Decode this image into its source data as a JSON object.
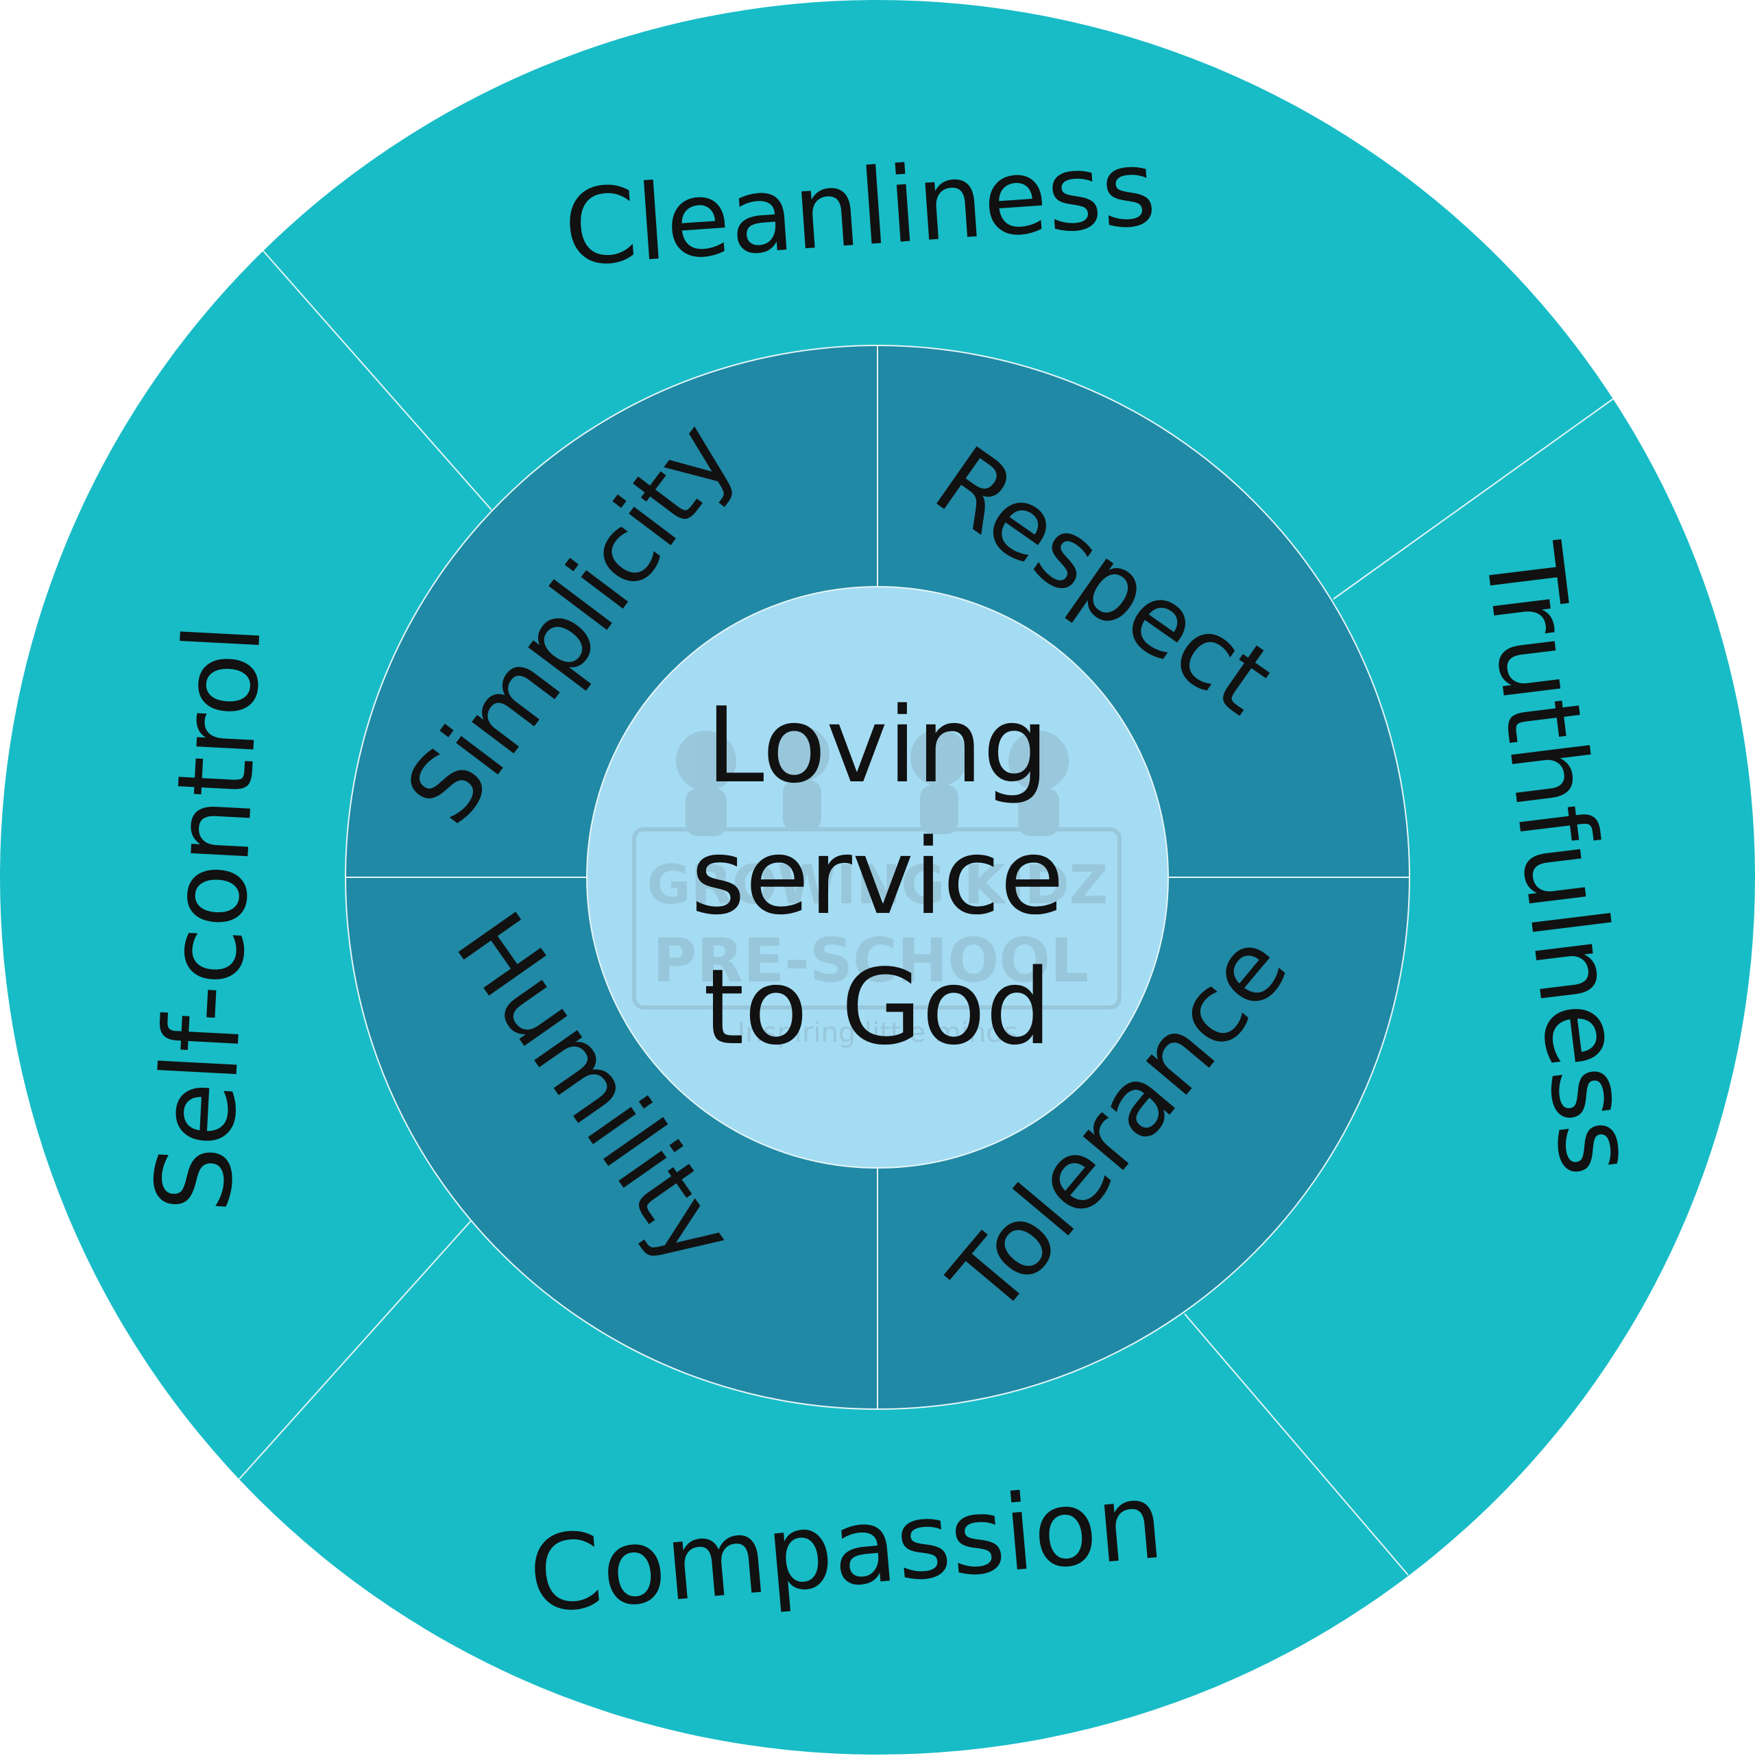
{
  "colors": {
    "outer_ring": "#18bcc6",
    "inner_ring": "#2089a5",
    "center": "#a4dcf3",
    "divider": "#e6f6f8",
    "text": "#111111",
    "watermark": "#8fb7c8"
  },
  "center": {
    "lines": [
      "Loving",
      "service",
      "to God"
    ]
  },
  "inner_ring": {
    "segments": [
      {
        "label": "Simplicity"
      },
      {
        "label": "Respect"
      },
      {
        "label": "Tolerance"
      },
      {
        "label": "Humility"
      }
    ]
  },
  "outer_ring": {
    "segments": [
      {
        "label": "Cleanliness"
      },
      {
        "label": "Truthfulness"
      },
      {
        "label": "Compassion"
      },
      {
        "label": "Self-control"
      }
    ]
  },
  "watermark": {
    "line1": "GROWING KIDZ",
    "line2": "PRE-SCHOOL",
    "tagline": "Inspiring little minds"
  }
}
